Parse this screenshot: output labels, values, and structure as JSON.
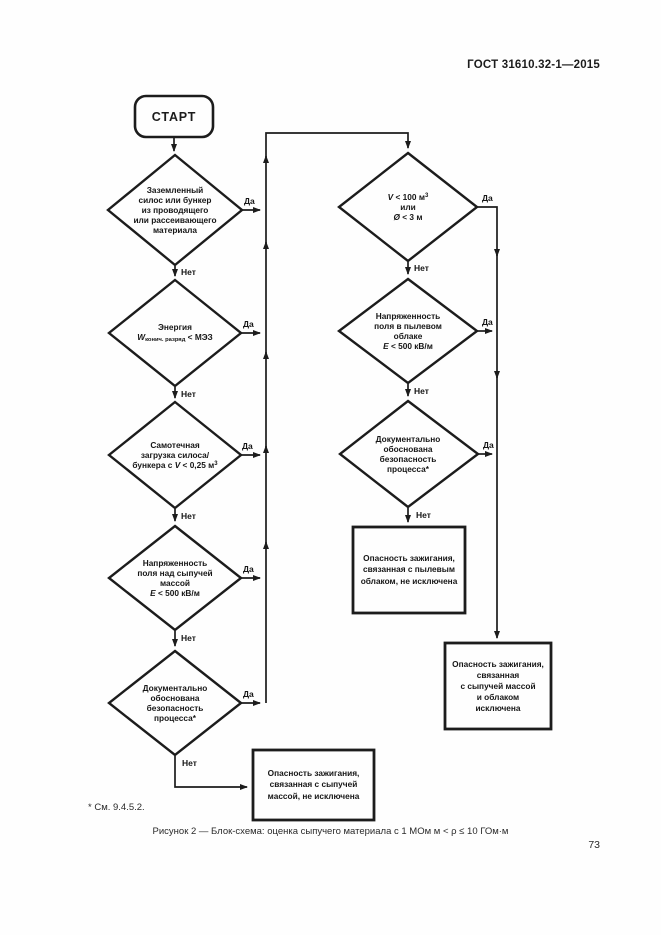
{
  "page": {
    "header": "ГОСТ 31610.32-1—2015",
    "footnote": "* См. 9.4.5.2.",
    "caption": "Рисунок 2 — Блок-схема: оценка сыпучего материала с 1 МОм м < ρ ≤ 10 ГОм·м",
    "page_number": "73"
  },
  "labels": {
    "yes": "Да",
    "no": "Нет"
  },
  "nodes": {
    "start": "СТАРТ",
    "d1": {
      "l1": "Заземленный",
      "l2": "силос или бункер",
      "l3": "из проводящего",
      "l4": "или рассеивающего",
      "l5": "материала"
    },
    "d2": {
      "l1": "Энергия",
      "var": "W",
      "sub": "конич. разряд",
      "cond": " < МЭЗ"
    },
    "d3": {
      "l1": "Самотечная",
      "l2": "загрузка силоса/",
      "l3pre": "бункера с ",
      "var": "V",
      "l3mid": " < 0,25 м",
      "sup": "3"
    },
    "d4": {
      "l1": "Напряженность",
      "l2": "поля над сыпучей",
      "l3": "массой",
      "var": "E",
      "cond": " < 500 кВ/м"
    },
    "d5": {
      "l1": "Документально",
      "l2": "обоснована",
      "l3": "безопасность",
      "l4": "процесса*"
    },
    "rd1": {
      "var": "V",
      "cond": " < 100 м",
      "sup": "3",
      "l2": "или",
      "var2": "Ø",
      "cond2": " < 3 м"
    },
    "rd2": {
      "l1": "Напряженность",
      "l2": "поля в пылевом",
      "l3": "облаке",
      "var": "E",
      "cond": " < 500 кВ/м"
    },
    "rd3": {
      "l1": "Документально",
      "l2": "обоснована",
      "l3": "безопасность",
      "l4": "процесса*"
    },
    "r1": {
      "l1": "Опасность зажигания,",
      "l2": "связанная с пылевым",
      "l3": "облаком, не исключена"
    },
    "r2": {
      "l1": "Опасность зажигания,",
      "l2": "связанная",
      "l3": "с сыпучей массой",
      "l4": "и облаком",
      "l5": "исключена"
    },
    "r3": {
      "l1": "Опасность зажигания,",
      "l2": "связанная с сыпучей",
      "l3": "массой, не исключена"
    }
  }
}
